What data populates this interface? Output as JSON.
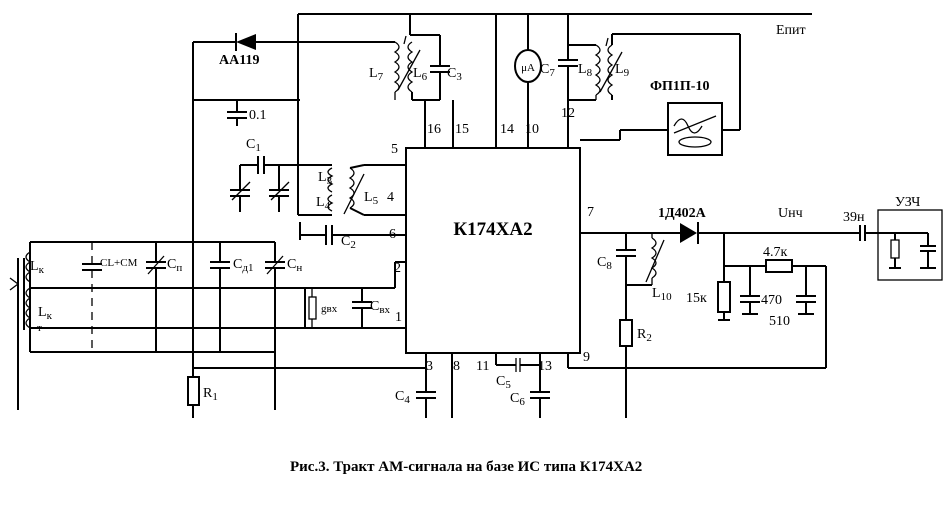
{
  "chip": "К174ХА2",
  "power_label": "Eпит",
  "diode_top": "АА119",
  "diode_det": "1Д402А",
  "filter": "ФП1П-10",
  "amp": "УЗЧ",
  "meter": "μA",
  "output_signal": "Uнч",
  "caption": "Рис.3. Тракт АМ-сигнала на базе ИС типа К174ХА2",
  "pins": {
    "p1": "1",
    "p2": "2",
    "p3": "3",
    "p4": "4",
    "p5": "5",
    "p6": "6",
    "p7": "7",
    "p8": "8",
    "p9": "9",
    "p10": "10",
    "p11": "11",
    "p12": "12",
    "p13": "13",
    "p14": "14",
    "p15": "15",
    "p16": "16"
  },
  "components": {
    "L7": "L",
    "L7s": "7",
    "L6": "L",
    "L6s": "6",
    "C3": "C",
    "C3s": "3",
    "C7": "C",
    "C7s": "7",
    "L8": "L",
    "L8s": "8",
    "L9": "L",
    "L9s": "9",
    "c01": "0.1",
    "C1": "C",
    "C1s": "1",
    "L3": "L",
    "L3s": "3",
    "L4": "L",
    "L4s": "4",
    "L5": "L",
    "L5s": "5",
    "C2": "C",
    "C2s": "2",
    "Lk1": "L",
    "Lk1s": "к",
    "Lk2": "L",
    "Lk2s": "к",
    "Lk2t": "т",
    "CLCM": "CL+CM",
    "Cp": "C",
    "Cps": "п",
    "Cd1": "C",
    "Cd1s": "д1",
    "Cn": "C",
    "Cns": "н",
    "gvx": "gвх",
    "Cvx": "C",
    "Cvxs": "вх",
    "R1": "R",
    "R1s": "1",
    "C4": "C",
    "C4s": "4",
    "C5": "C",
    "C5s": "5",
    "C6": "C",
    "C6s": "6",
    "C8": "C",
    "C8s": "8",
    "L10": "L",
    "L10s": "10",
    "R2": "R",
    "R2s": "2",
    "r47k": "4.7к",
    "r15k": "15к",
    "c470": "470",
    "c510": "510",
    "c39n": "39н"
  }
}
